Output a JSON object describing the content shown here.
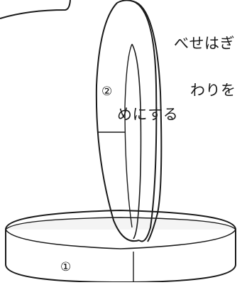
{
  "annotation": {
    "line1": "べせはぎ",
    "line2": "わりを",
    "line3": "めにする"
  },
  "labels": {
    "ring1": "①",
    "ring2": "②"
  },
  "colors": {
    "stroke": "#1a1a1a",
    "ring_inner": "#f7f7f7",
    "background": "#ffffff"
  }
}
